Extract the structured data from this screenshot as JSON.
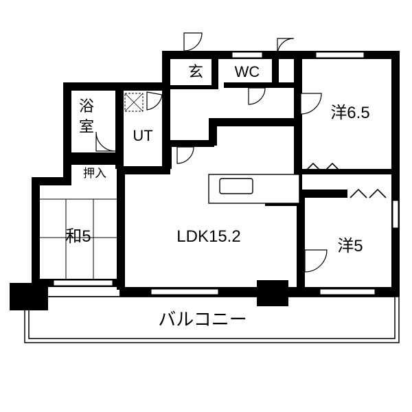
{
  "rooms": {
    "bath_1": "浴",
    "bath_2": "室",
    "entrance": "玄",
    "wc": "WC",
    "ut": "UT",
    "west_room_65": "洋6.5",
    "closet": "押入",
    "japanese_room": "和5",
    "ldk": "LDK15.2",
    "west_room_5": "洋5",
    "balcony": "バルコニー"
  }
}
